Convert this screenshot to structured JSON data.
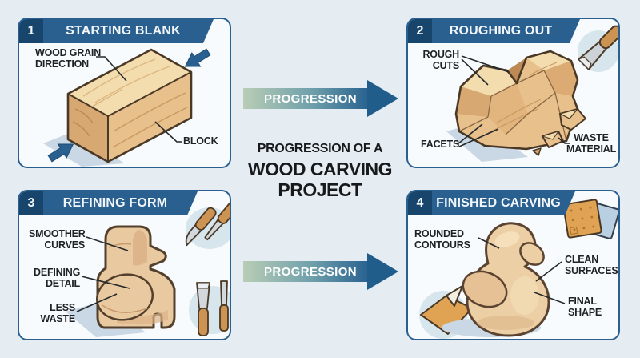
{
  "colors": {
    "background": "#e5edf3",
    "panel_bg": "#f8fbfd",
    "panel_border": "#2a6090",
    "header_bar": "#2a6090",
    "number_box": "#17456b",
    "wood_light": "#f3dcae",
    "wood_mid": "#e7c08c",
    "wood_dark": "#d8a873",
    "outline_brown": "#4a3826",
    "shadow_blue": "#c9d8e4",
    "tool_circle": "#d7e6ec",
    "sandpaper_orange": "#e0a253",
    "sandpaper_blue": "#b9cfe2",
    "arrow_gradient_start": "#b9cdb5",
    "arrow_gradient_end": "#2a6390",
    "label_text": "#1e2226"
  },
  "center": {
    "title_line1": "PROGRESSION OF A",
    "title_line2": "WOOD CARVING",
    "title_line3": "PROJECT",
    "arrow_top_label": "PROGRESSION",
    "arrow_bottom_label": "PROGRESSION"
  },
  "panels": {
    "p1": {
      "number": "1",
      "title": "STARTING BLANK",
      "labels": {
        "grain": "WOOD GRAIN\nDIRECTION",
        "block": "BLOCK"
      }
    },
    "p2": {
      "number": "2",
      "title": "ROUGHING OUT",
      "labels": {
        "rough_cuts": "ROUGH\nCUTS",
        "facets": "FACETS",
        "waste": "WASTE\nMATERIAL"
      }
    },
    "p3": {
      "number": "3",
      "title": "REFINING FORM",
      "labels": {
        "smoother": "SMOOTHER\nCURVES",
        "defining": "DEFINING\nDETAIL",
        "less_waste": "LESS\nWASTE"
      }
    },
    "p4": {
      "number": "4",
      "title": "FINISHED CARVING",
      "labels": {
        "rounded": "ROUNDED\nCONTOURS",
        "clean": "CLEAN\nSURFACES",
        "final": "FINAL\nSHAPE"
      }
    }
  }
}
